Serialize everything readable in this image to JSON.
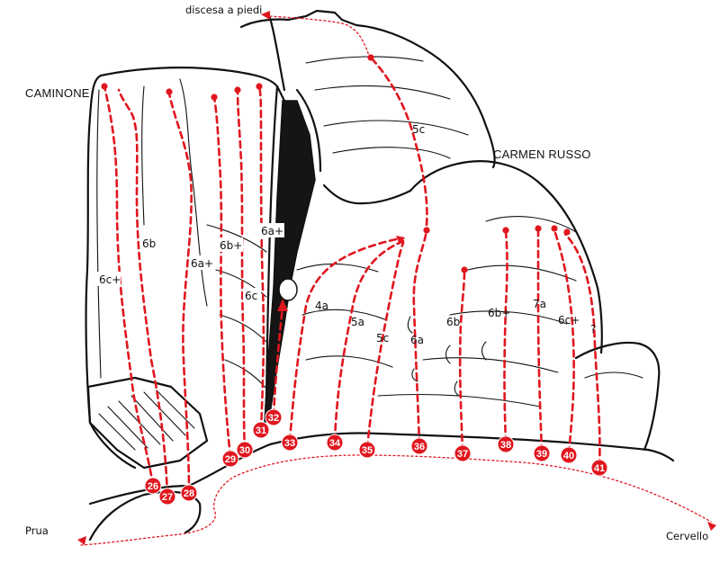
{
  "labels": {
    "caminone": "CAMINONE",
    "carmen_russo": "CARMEN RUSSO",
    "discesa": "discesa a piedi",
    "prua": "Prua",
    "cervello": "Cervello"
  },
  "routes": [
    {
      "number": "26",
      "grade": "6c+"
    },
    {
      "number": "27",
      "grade": "6b"
    },
    {
      "number": "28",
      "grade": "6a+"
    },
    {
      "number": "29",
      "grade": "6b+"
    },
    {
      "number": "30",
      "grade": "6c"
    },
    {
      "number": "31",
      "grade": "6a+"
    },
    {
      "number": "32",
      "grade": ""
    },
    {
      "number": "33",
      "grade": "4a"
    },
    {
      "number": "34",
      "grade": "5a"
    },
    {
      "number": "35",
      "grade": "5c"
    },
    {
      "number": "36",
      "grade": "6a"
    },
    {
      "number": "37",
      "grade": "6b"
    },
    {
      "number": "38",
      "grade": "6b+"
    },
    {
      "number": "39",
      "grade": "7a"
    },
    {
      "number": "40",
      "grade": "6c+"
    },
    {
      "number": "41",
      "grade": "?"
    }
  ],
  "upper_grade": "5c",
  "colors": {
    "route": "#e0161e",
    "rock": "#111111"
  }
}
